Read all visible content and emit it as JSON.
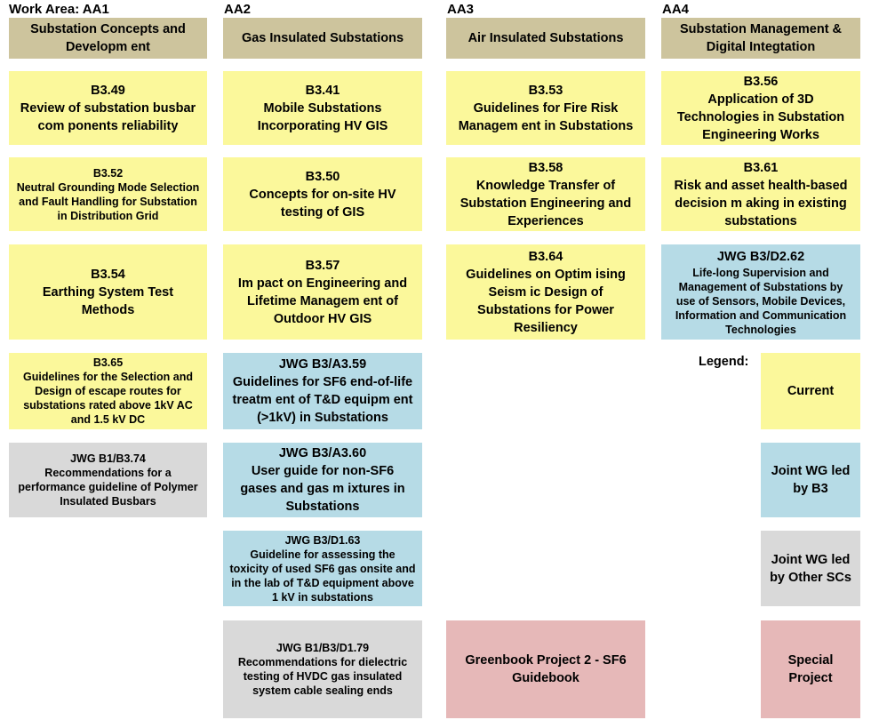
{
  "columns": {
    "aa1": {
      "label": "Work Area: AA1",
      "header": "Substation Concepts and\nDevelopm ent",
      "items": [
        {
          "code": "B3.49",
          "title": "Review of substation busbar\ncom ponents reliability"
        },
        {
          "code": "B3.52",
          "title": "Neutral Grounding Mode Selection\nand Fault Handling for Substation\nin Distribution Grid"
        },
        {
          "code": "B3.54",
          "title": "Earthing System  Test\nMethods"
        },
        {
          "code": "B3.65",
          "title": "Guidelines for the Selection and\nDesign of escape routes for\nsubstations rated above 1kV AC\nand 1.5 kV DC"
        },
        {
          "code": "JWG B1/B3.74",
          "title": "Recommendations for a\nperformance guideline of Polymer\nInsulated Busbars"
        }
      ]
    },
    "aa2": {
      "label": "AA2",
      "header": "Gas Insulated Substations",
      "items": [
        {
          "code": "B3.41",
          "title": "Mobile Substations\nIncorporating HV GIS"
        },
        {
          "code": "B3.50",
          "title": "Concepts for on-site HV\ntesting of GIS"
        },
        {
          "code": "B3.57",
          "title": "Im pact on Engineering and\nLifetime Managem ent of\nOutdoor HV GIS"
        },
        {
          "code": "JWG B3/A3.59",
          "title": "Guidelines for SF6 end-of-life\ntreatm ent of T&D equipm ent\n(>1kV) in Substations"
        },
        {
          "code": "JWG B3/A3.60",
          "title": "User guide for non-SF6\ngases and gas m ixtures in\nSubstations"
        },
        {
          "code": "JWG B3/D1.63",
          "title": "Guideline for assessing the\ntoxicity of used SF6 gas onsite and\nin the lab of T&D equipment above\n1 kV in substations"
        },
        {
          "code": "JWG B1/B3/D1.79",
          "title": "Recommendations for dielectric\ntesting of HVDC gas insulated\nsystem cable sealing ends"
        }
      ]
    },
    "aa3": {
      "label": "AA3",
      "header": "Air Insulated Substations",
      "items": [
        {
          "code": "B3.53",
          "title": "Guidelines for Fire Risk\nManagem ent in Substations"
        },
        {
          "code": "B3.58",
          "title": "Knowledge Transfer of\nSubstation Engineering and\nExperiences"
        },
        {
          "code": "B3.64",
          "title": "Guidelines on Optim ising\nSeism ic Design of\nSubstations for Power\nResiliency"
        },
        {
          "code": "",
          "title": "Greenbook Project 2 - SF6\nGuidebook"
        }
      ]
    },
    "aa4": {
      "label": "AA4",
      "header": "Substation Management &\nDigital Integtation",
      "items": [
        {
          "code": "B3.56",
          "title": "Application of 3D\nTechnologies in Substation\nEngineering Works"
        },
        {
          "code": "B3.61",
          "title": "Risk and asset health-based\ndecision m aking in existing\nsubstations"
        },
        {
          "code": "JWG B3/D2.62",
          "title": "Life-long Supervision and\nManagement of Substations by\nuse of Sensors, Mobile Devices,\nInformation and Communication\nTechnologies"
        }
      ]
    }
  },
  "legend": {
    "label": "Legend:",
    "items": [
      {
        "text": "Current",
        "color": "#fbf89b"
      },
      {
        "text": "Joint WG led\nby B3",
        "color": "#b6dbe6"
      },
      {
        "text": "Joint WG led\nby Other SCs",
        "color": "#d9d9d9"
      },
      {
        "text": "Special\nProject",
        "color": "#e6b8b8"
      }
    ]
  },
  "colors": {
    "header": "#cdc49d",
    "current": "#fbf89b",
    "joint_b3": "#b6dbe6",
    "joint_other": "#d9d9d9",
    "special": "#e6b8b8"
  }
}
